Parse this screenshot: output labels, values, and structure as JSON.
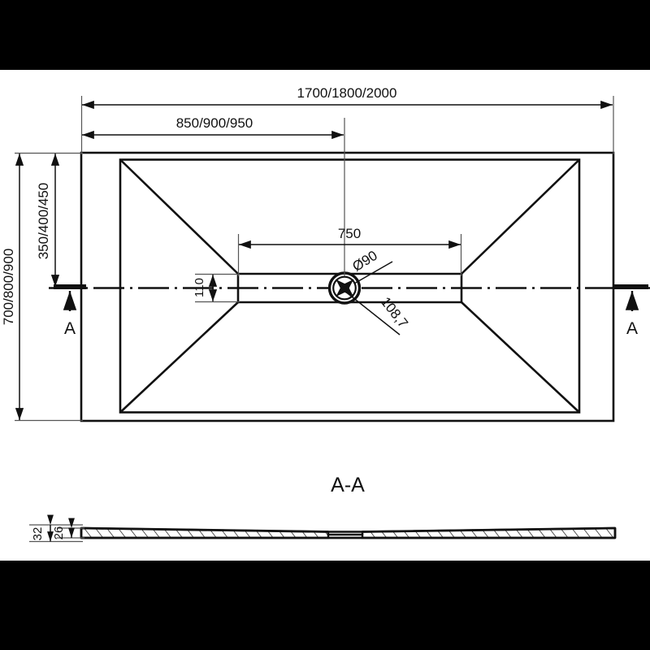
{
  "drawing": {
    "type": "technical-drawing",
    "subject": "rectangular shower tray with central linear drain channel",
    "units": "mm",
    "views": [
      {
        "name": "plan-view",
        "label": ""
      },
      {
        "name": "section-view",
        "label": "A-A"
      }
    ],
    "section_title": "A-A"
  },
  "plan_view": {
    "dimensions": {
      "overall_length": "1700/1800/2000",
      "half_length": "850/900/950",
      "overall_width": "700/800/900",
      "half_width": "350/400/450",
      "channel_length": "750",
      "channel_half_width": "110",
      "drain_diameter": "Ø90",
      "drain_depth": "108,7"
    },
    "section_marks": [
      {
        "name": "section-mark-left",
        "label": "A"
      },
      {
        "name": "section-mark-right",
        "label": "A"
      }
    ]
  },
  "section_view": {
    "title": "A-A",
    "dimensions": {
      "total_height": "32",
      "panel_thickness": "26"
    }
  },
  "colors": {
    "line": "#111111",
    "thin_line": "#555555",
    "background": "#ffffff",
    "band": "#000000"
  }
}
